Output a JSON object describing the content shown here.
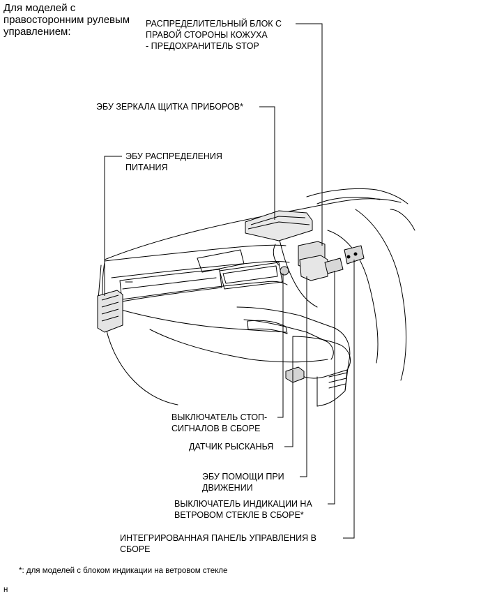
{
  "header": {
    "lines": [
      "Для моделей с",
      "правосторонним рулевым",
      "управлением:"
    ]
  },
  "labels": {
    "junction_block": [
      "РАСПРЕДЕЛИТЕЛЬНЫЙ БЛОК С",
      "ПРАВОЙ СТОРОНЫ КОЖУХА",
      "- ПРЕДОХРАНИТЕЛЬ STOP"
    ],
    "mirror_ecu": "ЭБУ ЗЕРКАЛА ЩИТКА ПРИБОРОВ*",
    "power_ecu": [
      "ЭБУ РАСПРЕДЕЛЕНИЯ",
      "ПИТАНИЯ"
    ],
    "stop_switch": [
      "ВЫКЛЮЧАТЕЛЬ СТОП-",
      "СИГНАЛОВ В СБОРЕ"
    ],
    "yaw_sensor": "ДАТЧИК РЫСКАНЬЯ",
    "driving_assist_ecu": [
      "ЭБУ ПОМОЩИ ПРИ",
      "ДВИЖЕНИИ"
    ],
    "hud_switch": [
      "ВЫКЛЮЧАТЕЛЬ ИНДИКАЦИИ НА",
      "ВЕТРОВОМ СТЕКЛЕ В СБОРЕ*"
    ],
    "control_panel": [
      "ИНТЕГРИРОВАННАЯ ПАНЕЛЬ УПРАВЛЕНИЯ В",
      "СБОРЕ"
    ]
  },
  "footnote": "*: для моделей с блоком индикации на ветровом стекле",
  "corner_mark": "н"
}
